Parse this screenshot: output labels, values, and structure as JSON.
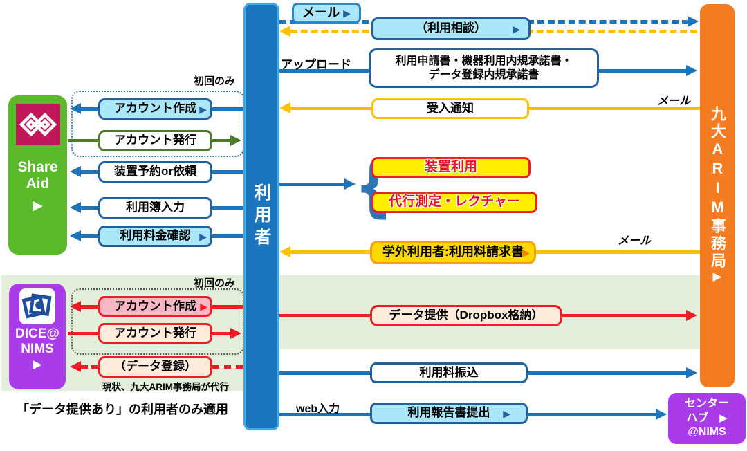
{
  "icons": {
    "play": "▶",
    "brace": "{"
  },
  "bars": {
    "user": {
      "label": "利用者"
    },
    "arim": {
      "label": "九大ARIM事務局"
    }
  },
  "cards": {
    "share_aid": {
      "line1": "Share",
      "line2": "Aid"
    },
    "dice": {
      "line1": "DICE@",
      "line2": "NIMS"
    },
    "center_hub": {
      "line1": "センター",
      "line2": "ハブ",
      "line3": "@NIMS"
    }
  },
  "labels": {
    "mail_top": "メール",
    "upload": "アップロード",
    "mail_right_top": "メール",
    "mail_right_bottom": "メール",
    "web_input": "web入力",
    "first_time_share": "初回のみ",
    "first_time_dice": "初回のみ",
    "proxy_note": "現状、九大ARIM事務局が代行",
    "bottom_note": "「データ提供あり」の利用者のみ適用"
  },
  "boxes": {
    "consult": "（利用相談）",
    "application_line1": "利用申請書・機器利用内規承諾書・",
    "application_line2": "データ登録内規承諾書",
    "acceptance": "受入通知",
    "sa_account_create": "アカウント作成",
    "sa_account_issue": "アカウント発行",
    "device_reserve": "装置予約or依頼",
    "usage_record": "利用簿入力",
    "fee_check": "利用料金確認",
    "device_use": "装置利用",
    "proxy_lecture": "代行測定・レクチャー",
    "external_invoice": "学外利用者:利用料請求書",
    "dice_account_create": "アカウント作成",
    "dice_account_issue": "アカウント発行",
    "data_register": "（データ登録）",
    "data_provide": "データ提供（Dropbox格納）",
    "fee_transfer": "利用料振込",
    "report_submit": "利用報告書提出"
  },
  "colors": {
    "blue": "#1b75bc",
    "navy_border": "#245f9e",
    "light_blue": "#a9e7f9",
    "cyan_edge": "#41a8e0",
    "orange": "#f47b20",
    "gold": "#ffc000",
    "red": "#ee1c25",
    "green": "#5bb92c",
    "olive": "#4e7b2a",
    "magenta": "#c2185b",
    "purple": "#a93ce8",
    "light_green_bg": "#e3efda",
    "yellow": "#ffef00",
    "deep_yellow": "#ffd800",
    "pink": "#f9b6c4",
    "cream": "#fdebdc"
  }
}
